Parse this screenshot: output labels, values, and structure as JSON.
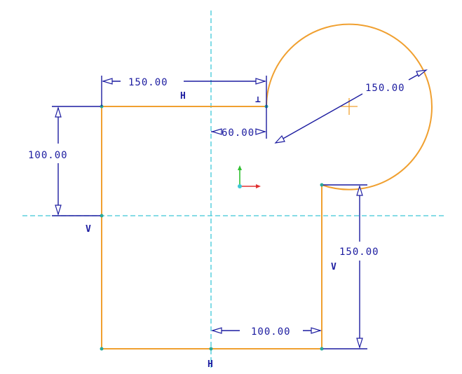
{
  "dimensions": {
    "top_width": "150.00",
    "left_height": "100.00",
    "arc_radius": "150.00",
    "offset": "60.00",
    "right_height": "150.00",
    "bottom_offset": "100.00"
  },
  "constraints": {
    "top_h": "H",
    "left_v": "V",
    "right_v": "V",
    "bottom_h": "H",
    "perpendicular": "⊥"
  },
  "colors": {
    "geometry": "#f0a030",
    "dimension": "#1c1ca0",
    "centerline": "#3ec8d8",
    "vertex": "#2aa99a",
    "axis_x": "#e03030",
    "axis_y": "#30c030"
  }
}
